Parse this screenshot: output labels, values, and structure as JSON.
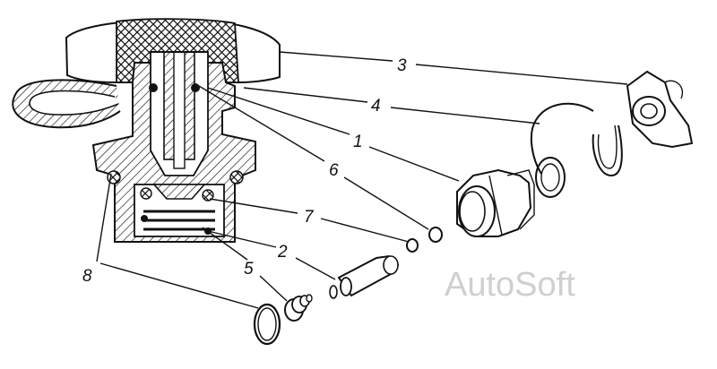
{
  "diagram": {
    "callouts": [
      {
        "id": "1",
        "label": "1"
      },
      {
        "id": "2",
        "label": "2"
      },
      {
        "id": "3",
        "label": "3"
      },
      {
        "id": "4",
        "label": "4"
      },
      {
        "id": "5",
        "label": "5"
      },
      {
        "id": "6",
        "label": "6"
      },
      {
        "id": "7",
        "label": "7"
      },
      {
        "id": "8",
        "label": "8"
      }
    ],
    "watermark": "AutoSoft"
  },
  "colors": {
    "ink": "#111111",
    "paper": "#ffffff",
    "watermark": "#cfcfcf"
  }
}
